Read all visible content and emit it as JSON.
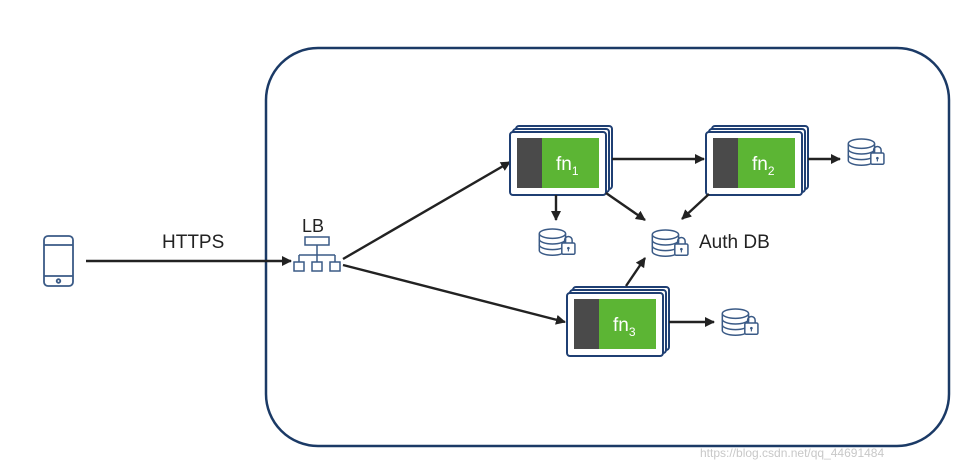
{
  "labels": {
    "protocol": "HTTPS",
    "load_balancer": "LB",
    "auth_db": "Auth DB",
    "watermark": "https://blog.csdn.net/qq_44691484"
  },
  "functions": [
    {
      "name": "fn",
      "sub": "1"
    },
    {
      "name": "fn",
      "sub": "2"
    },
    {
      "name": "fn",
      "sub": "3"
    }
  ],
  "colors": {
    "frame": "#1b3a66",
    "card_border": "#1f3f73",
    "card_fill": "#5cb534",
    "card_side": "#4a4a4a",
    "arrow": "#222222",
    "icon": "#3a5a86"
  },
  "icons": [
    "phone-icon",
    "network-icon",
    "database-lock-icon"
  ]
}
